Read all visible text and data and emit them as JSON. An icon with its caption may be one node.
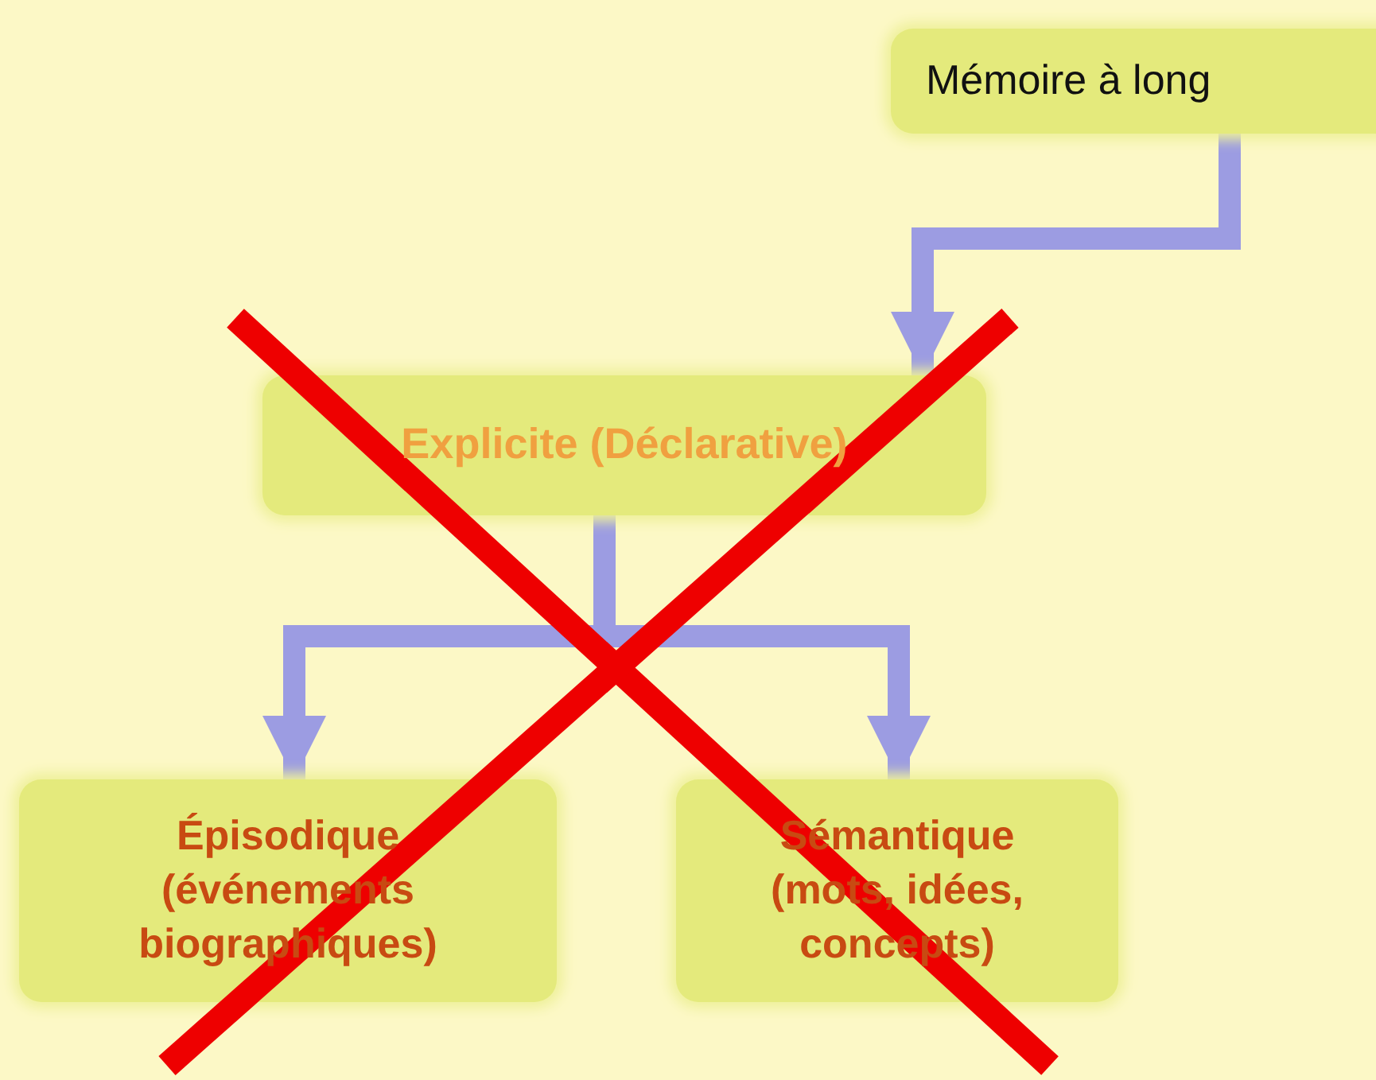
{
  "diagram": {
    "nodes": [
      {
        "text": [
          "Mémoire à long"
        ]
      },
      {
        "text": [
          "Explicite (Déclarative)"
        ]
      },
      {
        "text": [
          "Épisodique (événements biographiques)"
        ]
      },
      {
        "text": [
          "Sémantique (mots, idées, concepts)"
        ]
      }
    ],
    "edges": [
      {
        "from": 0,
        "to": 1,
        "arrow": "to"
      },
      {
        "from": 1,
        "to": 2,
        "arrow": "to"
      },
      {
        "from": 1,
        "to": 3,
        "arrow": "to"
      }
    ]
  }
}
